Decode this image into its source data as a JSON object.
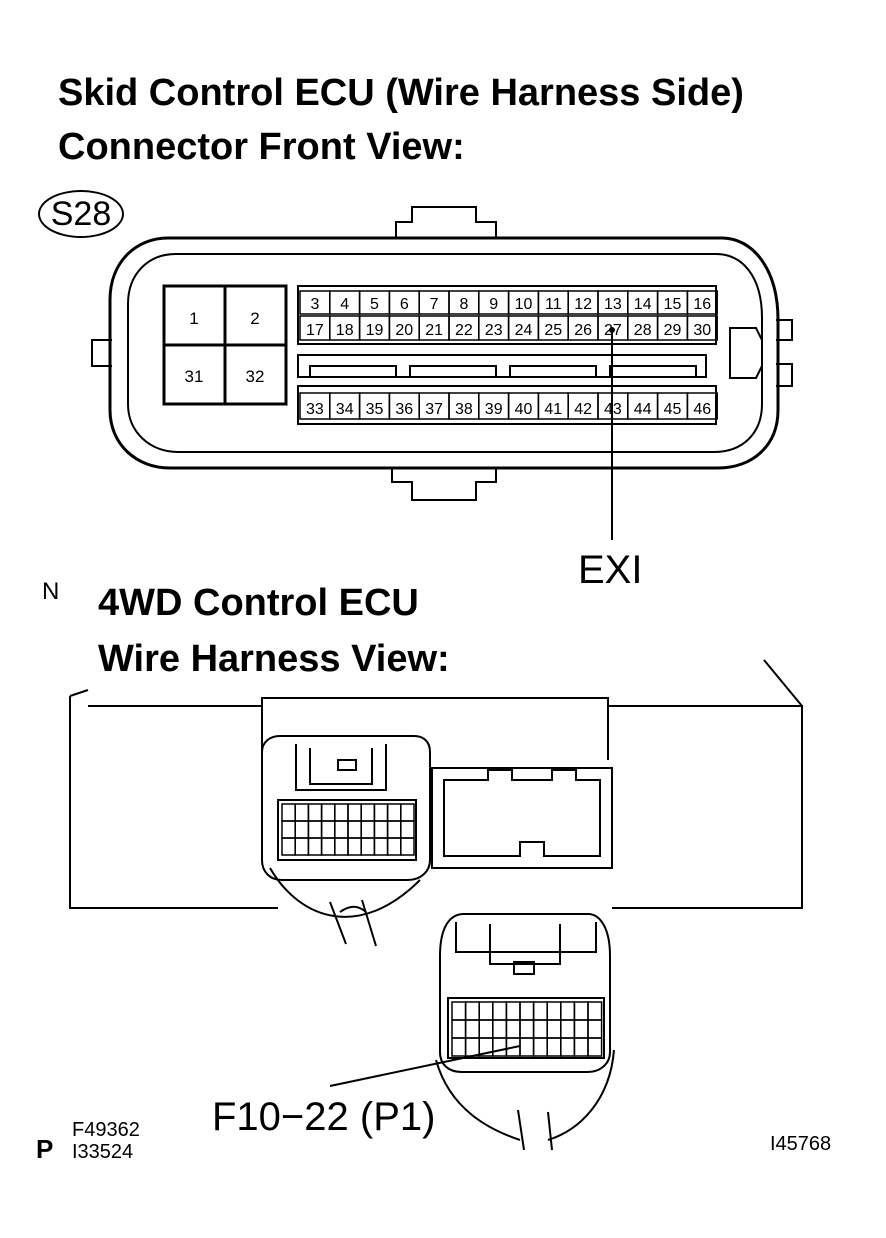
{
  "title": {
    "line1": "Skid Control ECU (Wire Harness Side)",
    "line2": "Connector Front View:"
  },
  "connector_code": "S28",
  "large_pins": [
    "1",
    "2",
    "31",
    "32"
  ],
  "pin_rows": {
    "row1": [
      "3",
      "4",
      "5",
      "6",
      "7",
      "8",
      "9",
      "10",
      "11",
      "12",
      "13",
      "14",
      "15",
      "16"
    ],
    "row2": [
      "17",
      "18",
      "19",
      "20",
      "21",
      "22",
      "23",
      "24",
      "25",
      "26",
      "27",
      "28",
      "29",
      "30"
    ],
    "row3": [
      "33",
      "34",
      "35",
      "36",
      "37",
      "38",
      "39",
      "40",
      "41",
      "42",
      "43",
      "44",
      "45",
      "46"
    ]
  },
  "callout_exi": "EXI",
  "subtitle": {
    "line1": "4WD Control ECU",
    "line2": "Wire Harness View:"
  },
  "callout_f10": "F10−22 (P1)",
  "marks": {
    "n": "N",
    "p": "P"
  },
  "refs": {
    "ref1": "F49362",
    "ref2": "I33524",
    "ref3": "I45768"
  }
}
